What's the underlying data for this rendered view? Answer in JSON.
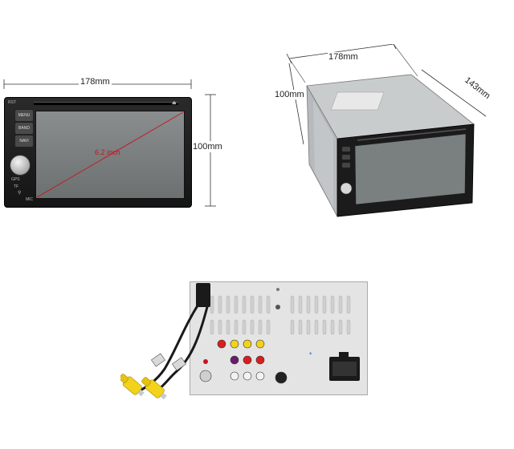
{
  "front": {
    "width_label": "178mm",
    "height_label": "100mm",
    "diagonal_label": "6.2 inch",
    "buttons": [
      {
        "label": "MENU"
      },
      {
        "label": "BAND"
      },
      {
        "label": "NAVI"
      }
    ],
    "labels": {
      "rst": "RST",
      "gps": "GPS",
      "tf": "TF",
      "mic": "MIC"
    }
  },
  "angled": {
    "width_label": "178mm",
    "height_label": "100mm",
    "depth_label": "143mm"
  },
  "rear": {}
}
